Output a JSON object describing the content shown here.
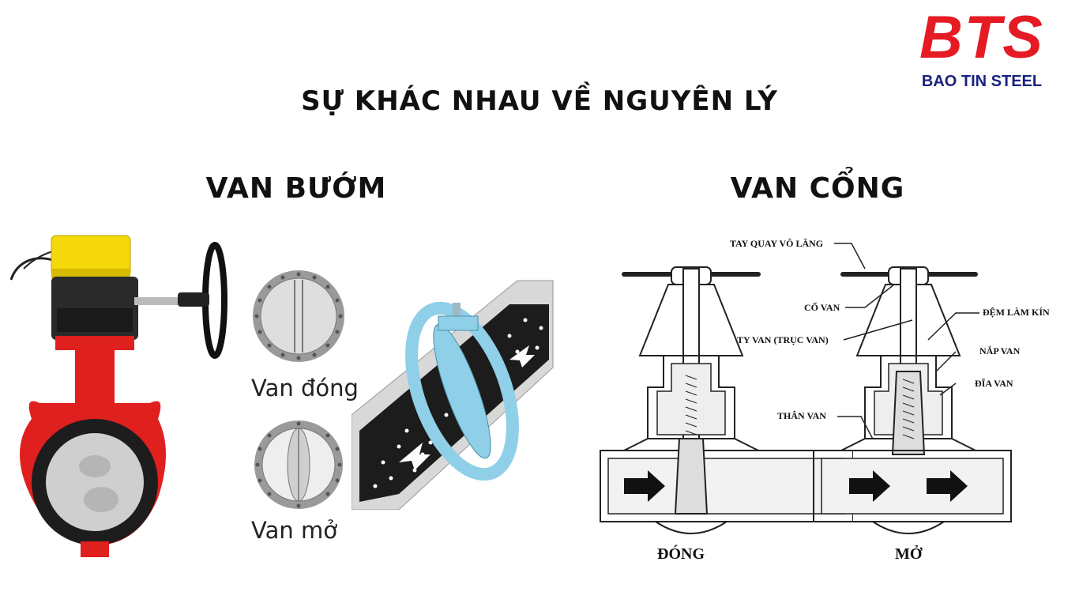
{
  "logo": {
    "mark": "BTS",
    "name": "BAO TIN STEEL",
    "color": "#e51b24",
    "name_color": "#1a237e"
  },
  "title": "SỰ KHÁC NHAU VỀ NGUYÊN LÝ",
  "butterfly": {
    "heading": "VAN BƯỚM",
    "closed_caption": "Van đóng",
    "open_caption": "Van mở",
    "valve_body_color": "#e0201e",
    "actuator_color": "#f5d90a",
    "pipe_body_color": "#8fd0e8"
  },
  "gate": {
    "heading": "VAN CỔNG",
    "labels": {
      "handwheel": "TAY QUAY VÔ LĂNG",
      "neck": "CỔ VAN",
      "stem": "TY VAN (TRỤC VAN)",
      "body": "THÂN VAN",
      "packing": "ĐỆM LÀM KÍN",
      "bonnet": "NẮP VAN",
      "disc": "ĐĨA VAN"
    },
    "closed_caption": "ĐÓNG",
    "open_caption": "MỞ"
  }
}
